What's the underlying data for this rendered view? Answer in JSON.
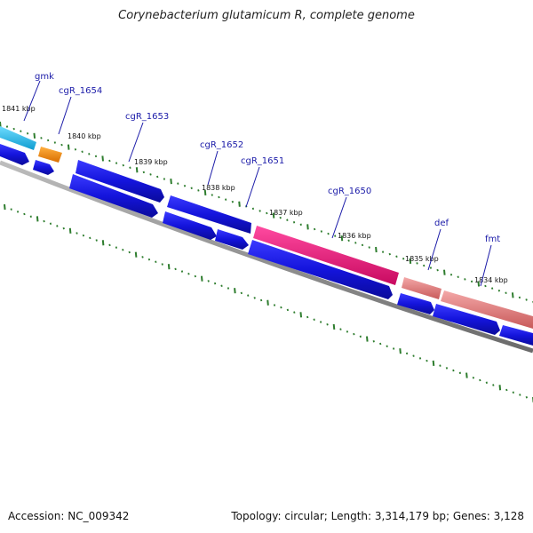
{
  "header": {
    "title": "Corynebacterium glutamicum R, complete genome"
  },
  "footer": {
    "accession": "Accession: NC_009342",
    "summary": "Topology: circular; Length: 3,314,179 bp; Genes: 3,128"
  },
  "colors": {
    "forward_cds": "#1414dc",
    "backbone": "#8a8a8a",
    "tick": "#2e7d2e",
    "gmk": "#19b4e8",
    "cgR_1654": "#f08a0a",
    "cgR_1650": "#e8157a",
    "def_fmt": "#e07a7a",
    "label": "#1a1aa8"
  },
  "kbp_labels": [
    "1841 kbp",
    "1840 kbp",
    "1839 kbp",
    "1838 kbp",
    "1837 kbp",
    "1836 kbp",
    "1835 kbp",
    "1834 kbp"
  ],
  "gene_labels": [
    "gmk",
    "cgR_1654",
    "cgR_1653",
    "cgR_1652",
    "cgR_1651",
    "cgR_1650",
    "def",
    "fmt"
  ]
}
